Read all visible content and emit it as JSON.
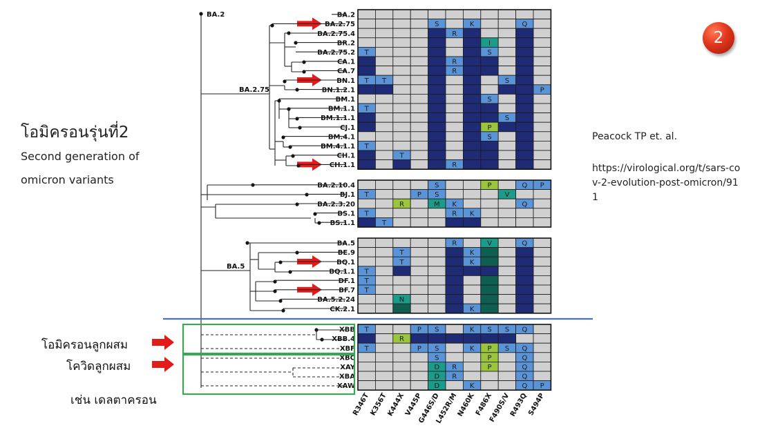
{
  "heading": {
    "thai": "โอมิครอนรุ่นที่2",
    "en_line1": "Second generation of",
    "en_line2": "omicron variants"
  },
  "badge_number": "2",
  "reference": {
    "author": "Peacock TP et. al.",
    "url": "https://virological.org/t/sars-cov-2-evolution-post-omicron/911"
  },
  "callouts": {
    "recombinant_omicron": "โอมิครอนลูกผสม",
    "recombinant_covid": "โควิดลูกผสม",
    "example_deltacron": "เช่น เดลตาครอน"
  },
  "root_label": "BA.2",
  "clade_labels": [
    "BA.2.75",
    "BA.5"
  ],
  "mutations": [
    "R346T",
    "K356T",
    "K444X",
    "V445P",
    "G446S/D",
    "L452R/M",
    "N460K",
    "F486X",
    "F490S/V",
    "R493Q",
    "S494P"
  ],
  "groups": [
    {
      "variants": [
        {
          "name": "BA.2",
          "arrow": false,
          "cells": "..........."
        },
        {
          "name": "BA.2.75",
          "arrow": true,
          "cells": "....S.K..Q."
        },
        {
          "name": "BA.2.75.4",
          "arrow": false,
          "cells": "....#R#..#."
        },
        {
          "name": "BR.2",
          "arrow": false,
          "cells": "....#.#I.#."
        },
        {
          "name": "BA.2.75.2",
          "arrow": false,
          "cells": "T...#.#S.#."
        },
        {
          "name": "CA.1",
          "arrow": false,
          "cells": "#...#R##.#."
        },
        {
          "name": "CA.7",
          "arrow": false,
          "cells": "#...#R##.#."
        },
        {
          "name": "BN.1",
          "arrow": true,
          "cells": "TT..#.#.S#."
        },
        {
          "name": "BN.1.2.1",
          "arrow": false,
          "cells": "##..#.#.##P"
        },
        {
          "name": "BM.1",
          "arrow": false,
          "cells": "....#.#S.#."
        },
        {
          "name": "BM.1.1",
          "arrow": false,
          "cells": "T...#.##.#."
        },
        {
          "name": "BM.1.1.1",
          "arrow": false,
          "cells": "#...#.##S#."
        },
        {
          "name": "CJ.1",
          "arrow": false,
          "cells": "#...#.#P##."
        },
        {
          "name": "BM.4.1",
          "arrow": false,
          "cells": "....#.#S.#."
        },
        {
          "name": "BM.4.1.1",
          "arrow": false,
          "cells": "T...#.##.#."
        },
        {
          "name": "CH.1",
          "arrow": false,
          "cells": "#.T.#.##.#."
        },
        {
          "name": "CH.1.1",
          "arrow": true,
          "cells": "#.#.#R##.#."
        }
      ]
    },
    {
      "variants": [
        {
          "name": "BA.2.10.4",
          "arrow": false,
          "cells": "....S..P.QP"
        },
        {
          "name": "BJ.1",
          "arrow": false,
          "cells": "T..PS...V.."
        },
        {
          "name": "BA.2.3.20",
          "arrow": false,
          "cells": "..R.MK...Q."
        },
        {
          "name": "BS.1",
          "arrow": false,
          "cells": "T....RK...."
        },
        {
          "name": "BS.1.1",
          "arrow": false,
          "cells": "#T...##...."
        }
      ]
    },
    {
      "variants": [
        {
          "name": "BA.5",
          "arrow": false,
          "cells": ".....R.V.Q."
        },
        {
          "name": "BE.9",
          "arrow": false,
          "cells": "..T..#K=.#."
        },
        {
          "name": "BQ.1",
          "arrow": true,
          "cells": "..T..#K=.#."
        },
        {
          "name": "BQ.1.1",
          "arrow": false,
          "cells": "T.#..###.#."
        },
        {
          "name": "DF.1",
          "arrow": false,
          "cells": "T....#.=.#."
        },
        {
          "name": "BF.7",
          "arrow": true,
          "cells": "T....#.=.#."
        },
        {
          "name": "BA.5.2.24",
          "arrow": false,
          "cells": "..N..#.=.#."
        },
        {
          "name": "CK.2.1",
          "arrow": false,
          "cells": "..=..#K=.#."
        }
      ]
    },
    {
      "variants": [
        {
          "name": "XBB",
          "arrow": false,
          "cells": "T..PS.KSSQ."
        },
        {
          "name": "XBB.4",
          "arrow": false,
          "cells": "#.R######.."
        },
        {
          "name": "XBF",
          "arrow": false,
          "cells": "T..PS.KPSQ."
        },
        {
          "name": "XBC",
          "arrow": false,
          "cells": "....S..P.Q."
        },
        {
          "name": "XAY",
          "arrow": false,
          "cells": "....DR.P.Q."
        },
        {
          "name": "XBA",
          "arrow": false,
          "cells": "....DR...Q."
        },
        {
          "name": "XAW",
          "arrow": false,
          "cells": "....D.K..QP"
        }
      ]
    }
  ],
  "colors": {
    "empty": "#d0d0d0",
    "persist": "#1f2b74",
    "blue": "#5b94d6",
    "green": "#9bc53d",
    "teal": "#1b9c8a",
    "dark_teal": "#0f5e52",
    "arrow": "#e21b1b",
    "divider": "#4472c4",
    "box": "#3aa655"
  }
}
